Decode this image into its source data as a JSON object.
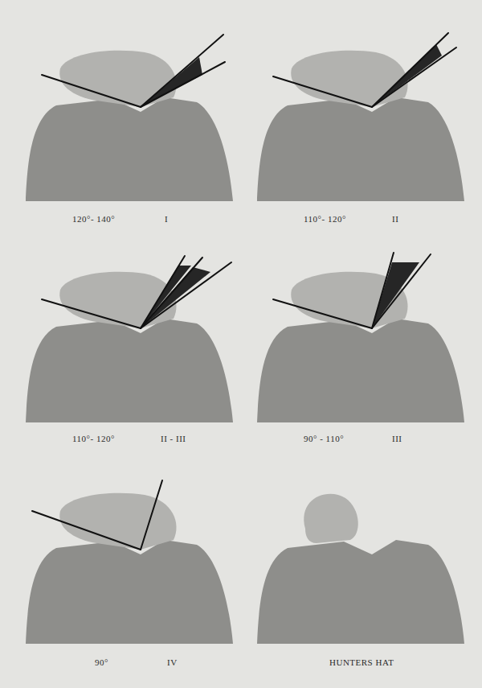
{
  "diagram": {
    "labels": [
      "120°- 140°",
      "I",
      "110°- 120°",
      "II",
      "110°- 120°",
      "II - III",
      "90° - 110°",
      "III",
      "90°",
      "IV",
      "HUNTERS HAT"
    ]
  }
}
